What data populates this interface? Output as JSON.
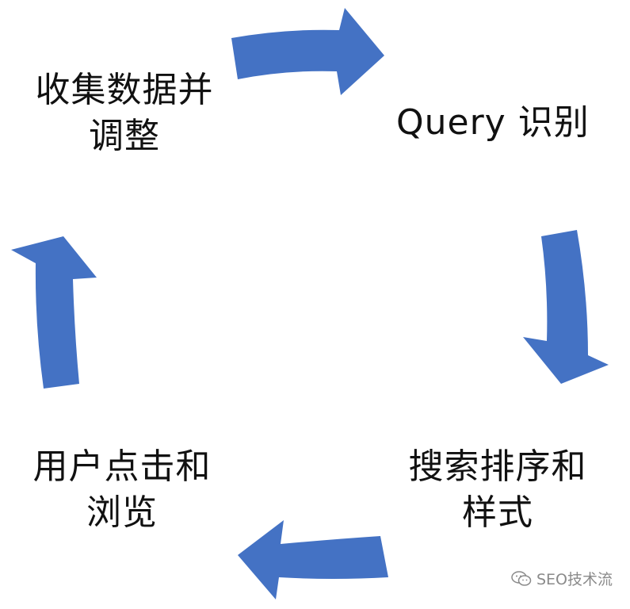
{
  "diagram": {
    "arrow_color": "#4472C4",
    "nodes": [
      {
        "id": "collect",
        "lines": [
          "收集数据并",
          "调整"
        ]
      },
      {
        "id": "query",
        "lines": [
          "Query 识别"
        ]
      },
      {
        "id": "rank",
        "lines": [
          "搜索排序和",
          "样式"
        ]
      },
      {
        "id": "click",
        "lines": [
          "用户点击和",
          "浏览"
        ]
      }
    ]
  },
  "watermark": {
    "text": "SEO技术流",
    "icon": "wechat-icon"
  }
}
